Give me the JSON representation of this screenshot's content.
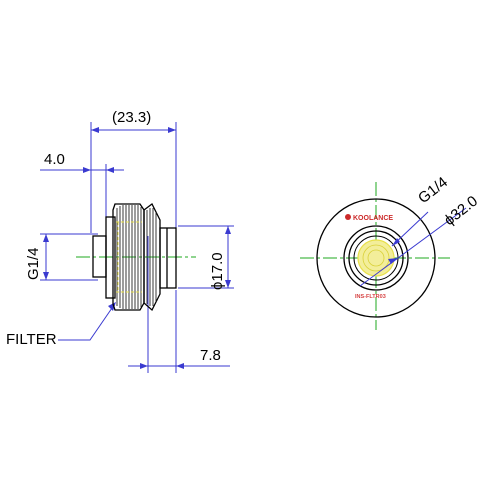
{
  "labels": {
    "overall_length": "(23.3)",
    "filter_offset": "4.0",
    "thread_side": "G1/4",
    "thread_front": "G1/4",
    "body_diameter": "ϕ17.0",
    "outer_diameter": "ϕ32.0",
    "tail_length": "7.8",
    "filter": "FILTER"
  },
  "brand": {
    "name": "KOOLANCE",
    "part_code": "INS-FLTR03"
  },
  "colors": {
    "outline": "#000000",
    "dimension": "#3a3ad0",
    "centerline": "#1faa1f",
    "knurl": "#222222",
    "filter_mesh": "#e8e04a",
    "brand": "#cc2a2a"
  }
}
